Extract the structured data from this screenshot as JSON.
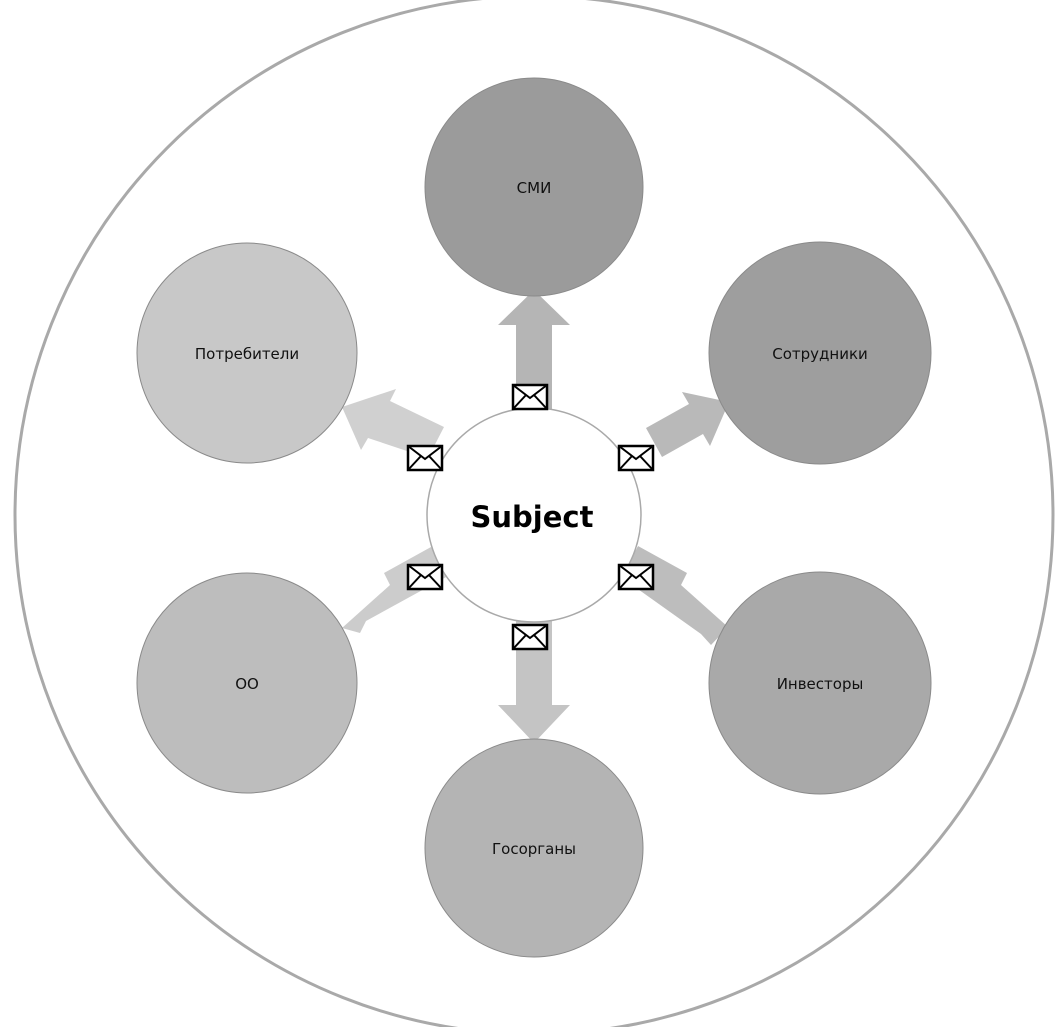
{
  "center": {
    "label": "Subject"
  },
  "stakeholders": [
    {
      "id": "smi",
      "label": "СМИ",
      "fill": "#9b9b9b",
      "arrow_fill": "#b5b5b5"
    },
    {
      "id": "employees",
      "label": "Сотрудники",
      "fill": "#9e9e9e",
      "arrow_fill": "#b9b9b9"
    },
    {
      "id": "investors",
      "label": "Инвесторы",
      "fill": "#a9a9a9",
      "arrow_fill": "#bdbdbd"
    },
    {
      "id": "gov",
      "label": "Госорганы",
      "fill": "#b4b4b4",
      "arrow_fill": "#c4c4c4"
    },
    {
      "id": "oo",
      "label": "ОО",
      "fill": "#bdbdbd",
      "arrow_fill": "#cccccc"
    },
    {
      "id": "consumers",
      "label": "Потребители",
      "fill": "#c8c8c8",
      "arrow_fill": "#d0d0d0"
    }
  ],
  "icons": {
    "message": "envelope-icon"
  },
  "colors": {
    "outer_ring": "#a9a9a9",
    "node_stroke": "#8a8a8a",
    "center_fill": "#ffffff",
    "center_stroke": "#a9a9a9"
  }
}
